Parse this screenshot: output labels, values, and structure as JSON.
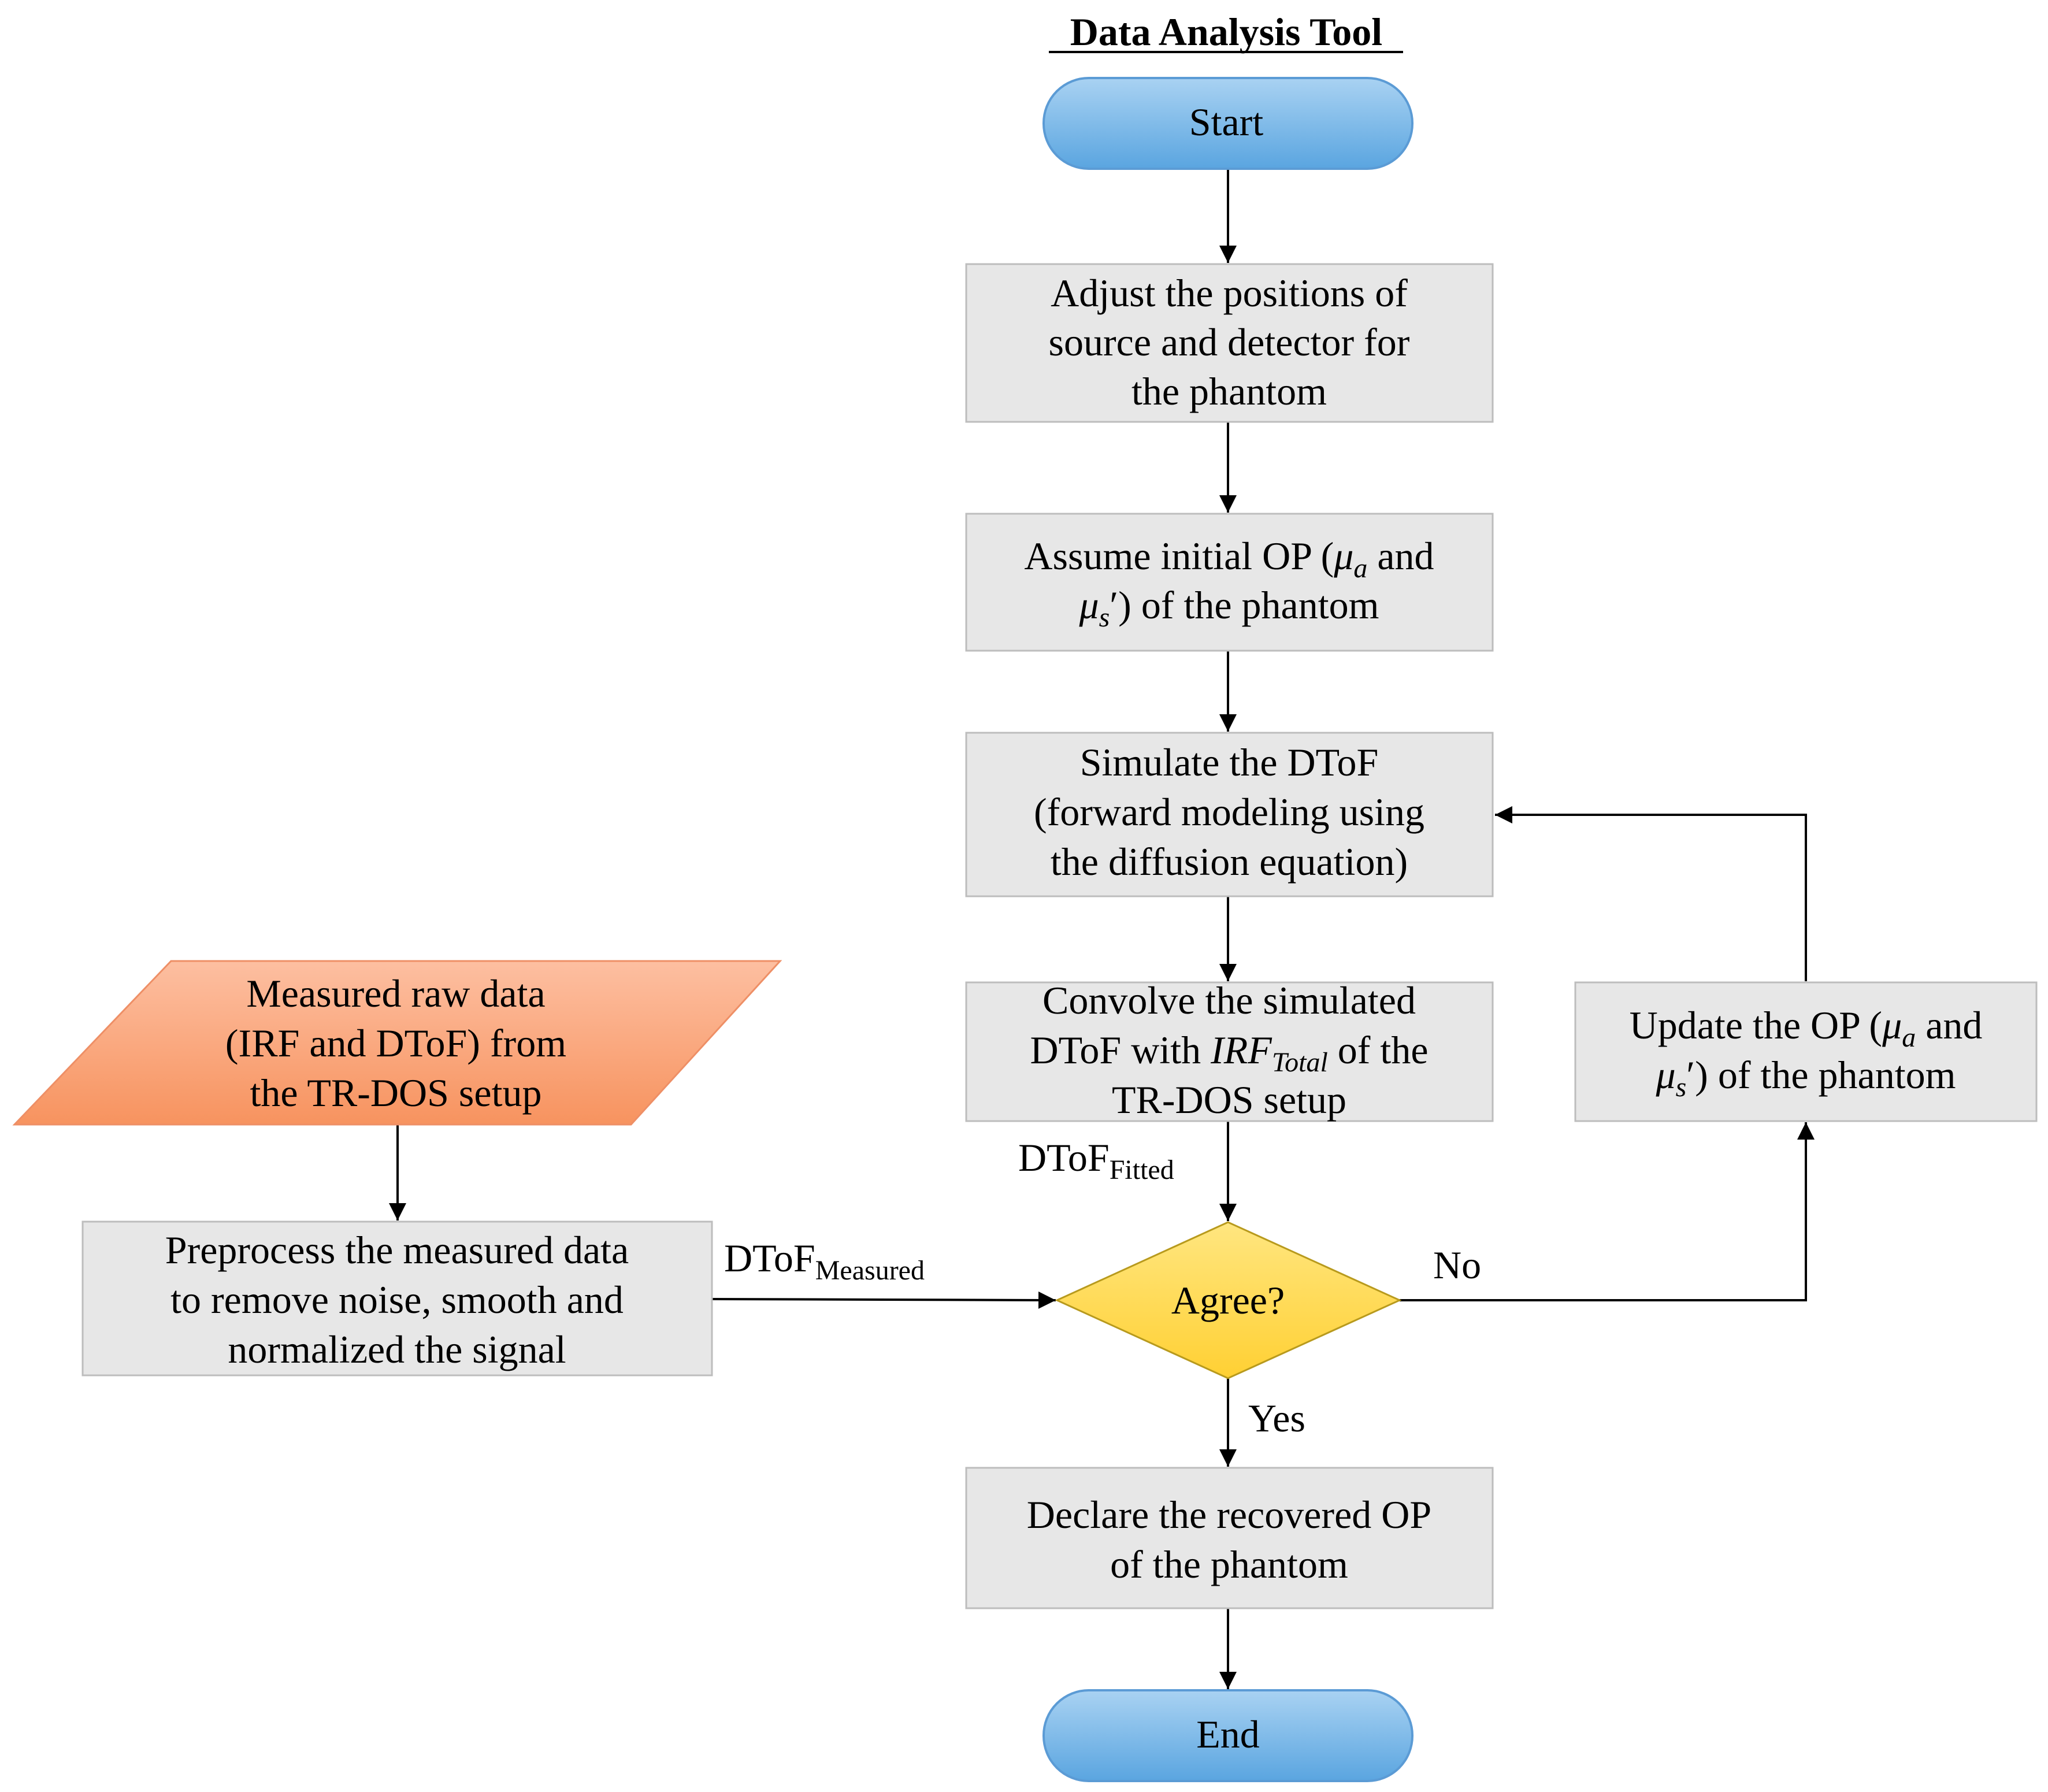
{
  "title": "Data Analysis Tool",
  "colors": {
    "process_fill": "#e7e7e7",
    "process_stroke": "#bdbdbd",
    "terminal_fill": "#72b4e6",
    "terminal_stroke": "#5b9bd5",
    "decision_fill": "#ffd94d",
    "decision_stroke": "#b89a1d",
    "input_fill": "#f8a37c",
    "input_stroke": "#ee8f66",
    "line": "#000000"
  },
  "nodes": {
    "start": "Start",
    "adjust": [
      "Adjust the positions of",
      "source and detector for",
      "the phantom"
    ],
    "assume": {
      "line1_pre": "Assume initial OP (",
      "mu": "μ",
      "sub_a": "a",
      "line1_post": " and",
      "sub_s": "s",
      "line2_post": "′) of the phantom"
    },
    "simulate": [
      "Simulate the DToF",
      "(forward modeling using",
      "the diffusion equation)"
    ],
    "convolve": {
      "line1": "Convolve the simulated",
      "line2_pre": "DToF with ",
      "irf": "IRF",
      "irf_sub": "Total",
      "line2_post": " of the",
      "line3": "TR-DOS setup"
    },
    "measured_raw": [
      "Measured raw data",
      "(IRF and DToF) from",
      "the TR-DOS setup"
    ],
    "preprocess": [
      "Preprocess  the measured data",
      "to remove noise, smooth and",
      "normalized the signal"
    ],
    "decision": "Agree?",
    "update": {
      "line1_pre": "Update the OP (",
      "mu": "μ",
      "sub_a": "a",
      "line1_post": " and",
      "sub_s": "s",
      "line2_post": "′) of the phantom"
    },
    "declare": [
      "Declare the recovered OP",
      "of the phantom"
    ],
    "end": "End"
  },
  "edge_labels": {
    "dtof": "DToF",
    "fitted_sub": "Fitted",
    "measured_sub": "Measured",
    "no": "No",
    "yes": "Yes"
  }
}
